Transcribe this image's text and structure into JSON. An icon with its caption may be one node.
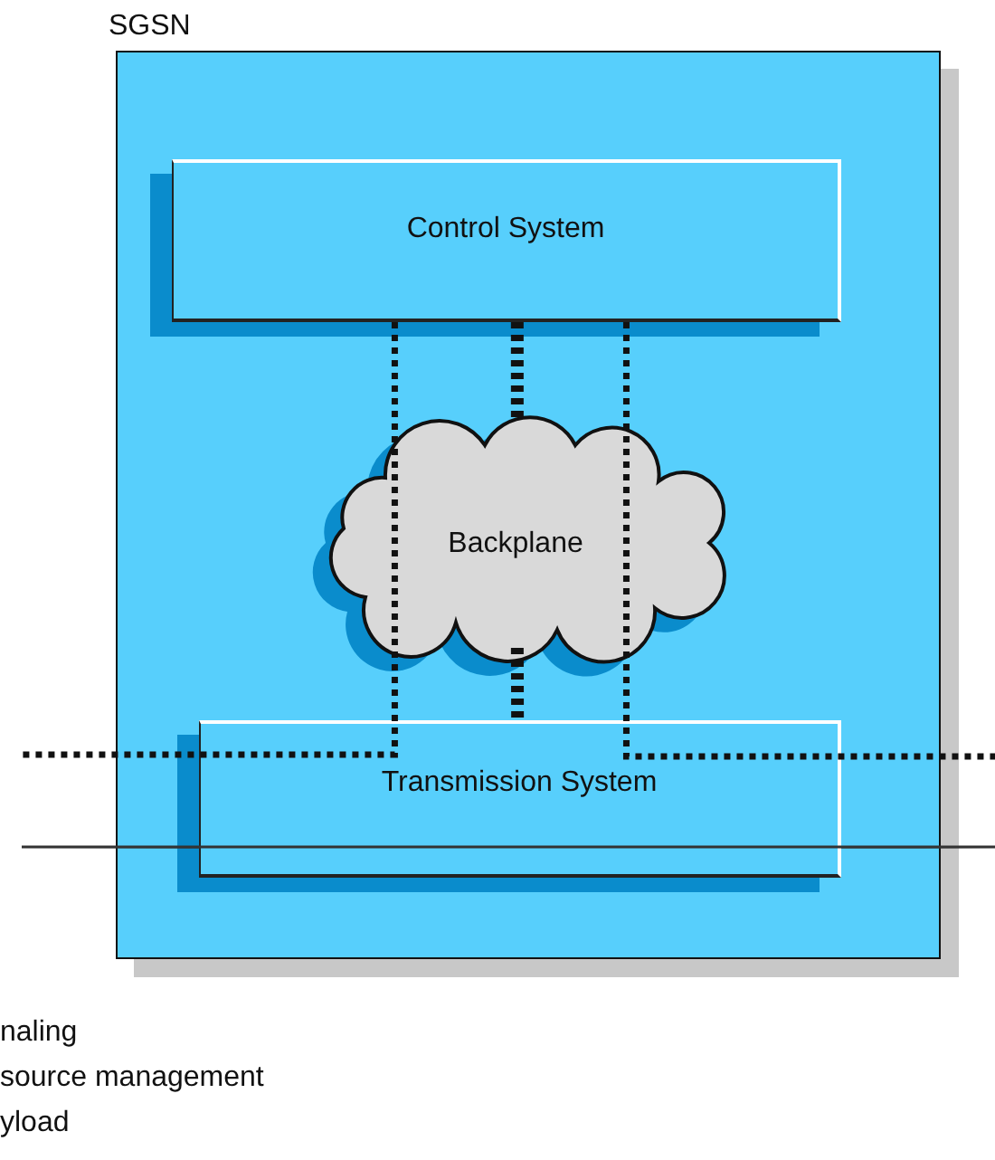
{
  "diagram": {
    "nodes": [
      {
        "text": [
          "SGSN"
        ]
      },
      {
        "text": [
          "Control System"
        ],
        "in": 0
      },
      {
        "text": [
          "Backplane"
        ],
        "in": 0
      },
      {
        "text": [
          "Transmission System"
        ],
        "in": 0
      }
    ],
    "edges": [
      {
        "from": 1,
        "to": null,
        "arrow": "none",
        "style": "dashed"
      },
      {
        "from": 1,
        "to": null,
        "arrow": "none",
        "style": "dashed"
      },
      {
        "from": 1,
        "to": 2,
        "arrow": "none",
        "style": "dashed"
      },
      {
        "from": 2,
        "to": 3,
        "arrow": "none",
        "style": "dashed"
      },
      {
        "from": null,
        "to": 3,
        "arrow": "none"
      },
      {
        "from": 3,
        "to": null,
        "arrow": "none"
      }
    ],
    "labels": [
      "naling",
      "source management",
      "yload"
    ]
  }
}
